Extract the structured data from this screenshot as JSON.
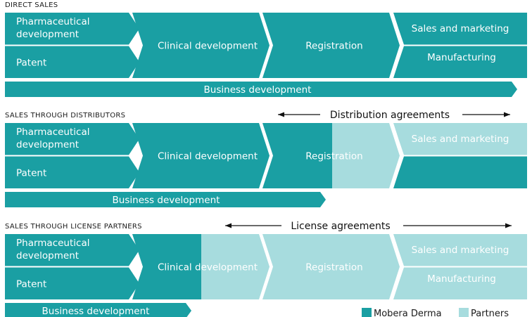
{
  "colors": {
    "mobera": "#1a9fa3",
    "partner": "#a7dcde",
    "text_dark": "#1a1a1a"
  },
  "sections": [
    {
      "heading": "DIRECT SALES",
      "stages": [
        {
          "name": "stage-pharma",
          "lines": [
            "Pharmaceutical",
            "development"
          ],
          "owner": "mobera"
        },
        {
          "name": "stage-patent",
          "lines": [
            "Patent"
          ],
          "owner": "mobera"
        },
        {
          "name": "stage-clinical",
          "lines": [
            "Clinical development"
          ],
          "owner": "mobera"
        },
        {
          "name": "stage-registration",
          "lines": [
            "Registration"
          ],
          "owner": "mobera"
        },
        {
          "name": "stage-sales-marketing",
          "lines": [
            "Sales and marketing"
          ],
          "owner": "mobera"
        },
        {
          "name": "stage-manufacturing",
          "lines": [
            "Manufacturing"
          ],
          "owner": "mobera"
        }
      ],
      "business": "Business development"
    },
    {
      "heading": "SALES  THROUGH  DISTRIBUTORS",
      "agreement": "Distribution agreements",
      "stages": [
        {
          "name": "stage-pharma",
          "lines": [
            "Pharmaceutical",
            "development"
          ],
          "owner": "mobera"
        },
        {
          "name": "stage-patent",
          "lines": [
            "Patent"
          ],
          "owner": "mobera"
        },
        {
          "name": "stage-clinical",
          "lines": [
            "Clinical development"
          ],
          "owner": "mobera"
        },
        {
          "name": "stage-registration",
          "lines": [
            "Registration"
          ],
          "owner": "split"
        },
        {
          "name": "stage-sales-marketing",
          "lines": [
            "Sales and marketing"
          ],
          "owner": "partner"
        },
        {
          "name": "stage-manufacturing",
          "lines": [],
          "owner": "mobera"
        }
      ],
      "business": "Business development"
    },
    {
      "heading": "SALES  THROUGH  LICENSE  PARTNERS",
      "agreement": "License agreements",
      "stages": [
        {
          "name": "stage-pharma",
          "lines": [
            "Pharmaceutical",
            "development"
          ],
          "owner": "mobera"
        },
        {
          "name": "stage-patent",
          "lines": [
            "Patent"
          ],
          "owner": "mobera"
        },
        {
          "name": "stage-clinical",
          "lines": [
            "Clinical development"
          ],
          "owner": "split"
        },
        {
          "name": "stage-registration",
          "lines": [
            "Registration"
          ],
          "owner": "partner"
        },
        {
          "name": "stage-sales-marketing",
          "lines": [
            "Sales and marketing"
          ],
          "owner": "partner"
        },
        {
          "name": "stage-manufacturing",
          "lines": [
            "Manufacturing"
          ],
          "owner": "partner"
        }
      ],
      "business": "Business development"
    }
  ],
  "legend": [
    {
      "label": "Mobera Derma",
      "color": "#1a9fa3"
    },
    {
      "label": "Partners",
      "color": "#a7dcde"
    }
  ]
}
